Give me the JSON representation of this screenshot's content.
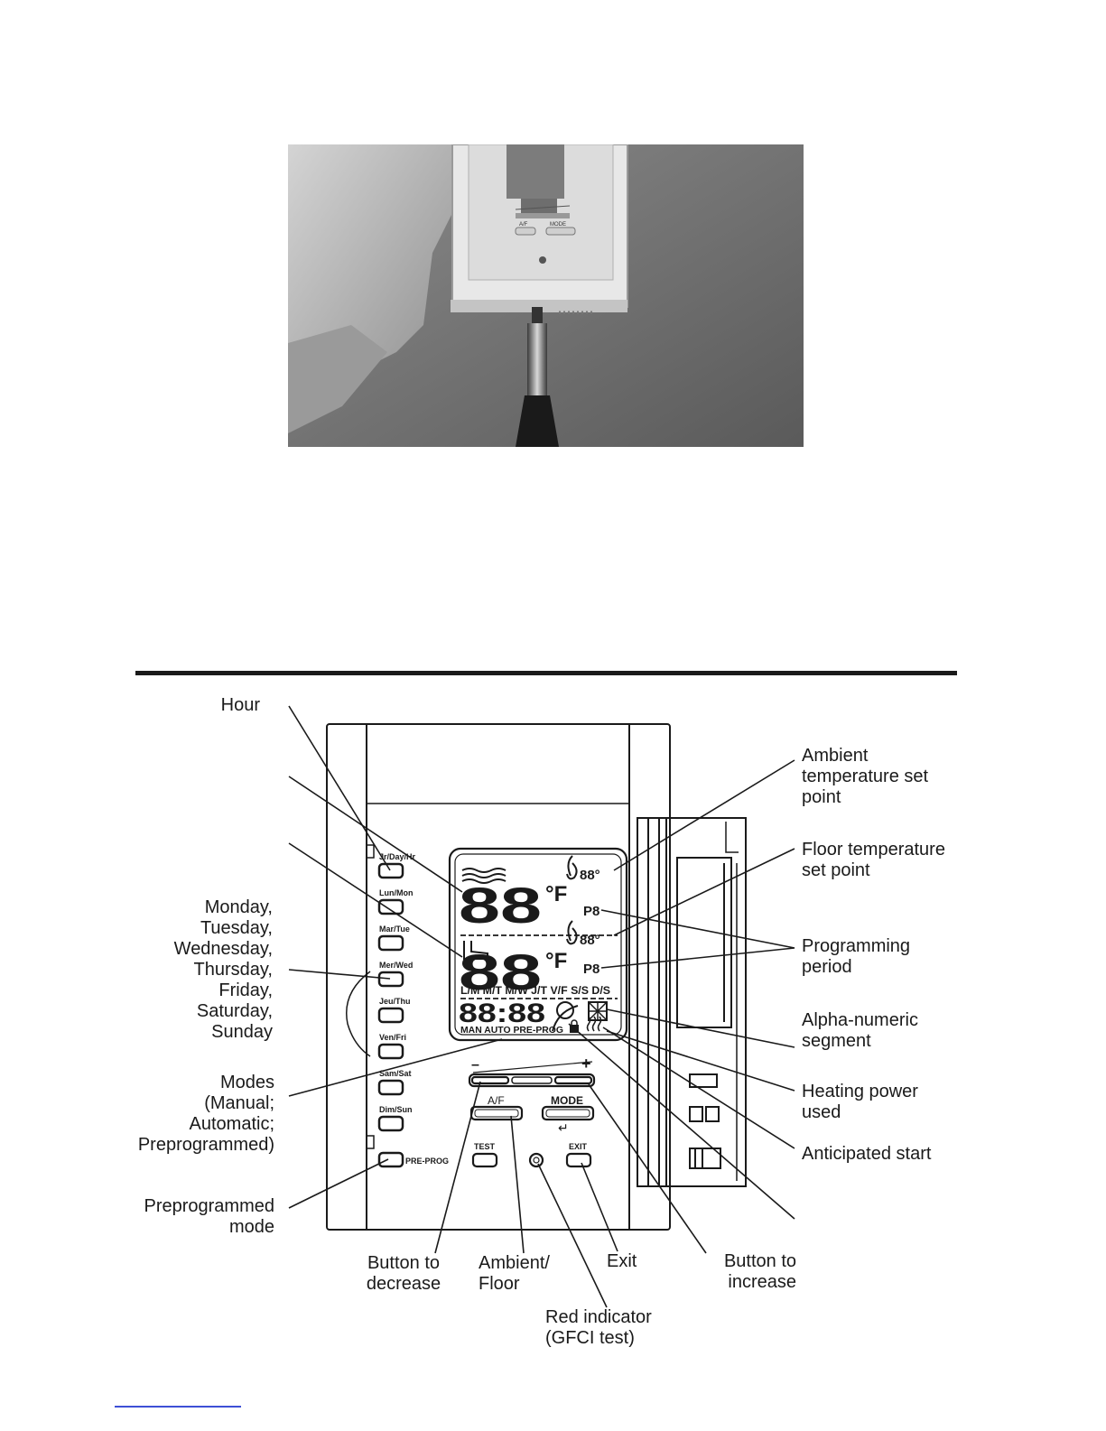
{
  "labels": {
    "hour": "Hour",
    "days_english": "Monday,\nTuesday,\nWednesday,\nThursday,\nFriday,\nSaturday,\nSunday",
    "modes": "Modes\n(Manual;\nAutomatic;\nPreprogrammed)",
    "preprogrammed_mode": "Preprogrammed\nmode",
    "button_decrease": "Button to\ndecrease",
    "ambient_floor": "Ambient/\nFloor",
    "red_indicator": "Red indicator\n(GFCI test)",
    "exit": "Exit",
    "button_increase": "Button to\nincrease",
    "ambient_setpoint": "Ambient\ntemperature set\npoint",
    "floor_setpoint": "Floor temperature\nset point",
    "programming_period": "Programming\nperiod",
    "alpha_segment": "Alpha-numeric\nsegment",
    "heating_power": "Heating power\nused",
    "anticipated_start": "Anticipated start"
  },
  "device": {
    "day_buttons": [
      "Jr/Day/Hr",
      "Lun/Mon",
      "Mar/Tue",
      "Mer/Wed",
      "Jeu/Thu",
      "Ven/Fri",
      "Sam/Sat",
      "Dim/Sun"
    ],
    "preprog_button": "PRE-PROG",
    "af_button": "A/F",
    "mode_button": "MODE",
    "test_button": "TEST",
    "exit_button": "EXIT",
    "minus_sign": "–",
    "plus_sign": "+",
    "enter_arrow": "↵"
  },
  "lcd": {
    "ambient_digits": "88",
    "floor_digits": "88",
    "temp_unit": "°F",
    "setpoint_small": "88°",
    "period_1": "P8",
    "period_2": "P8",
    "days_row": "L/M M/T M/W J/T V/F S/S D/S",
    "clock": "88:88",
    "modes_row": "MAN  AUTO  PRE-PROG"
  },
  "photo_buttons": {
    "af": "A/F",
    "mode": "MODE"
  }
}
